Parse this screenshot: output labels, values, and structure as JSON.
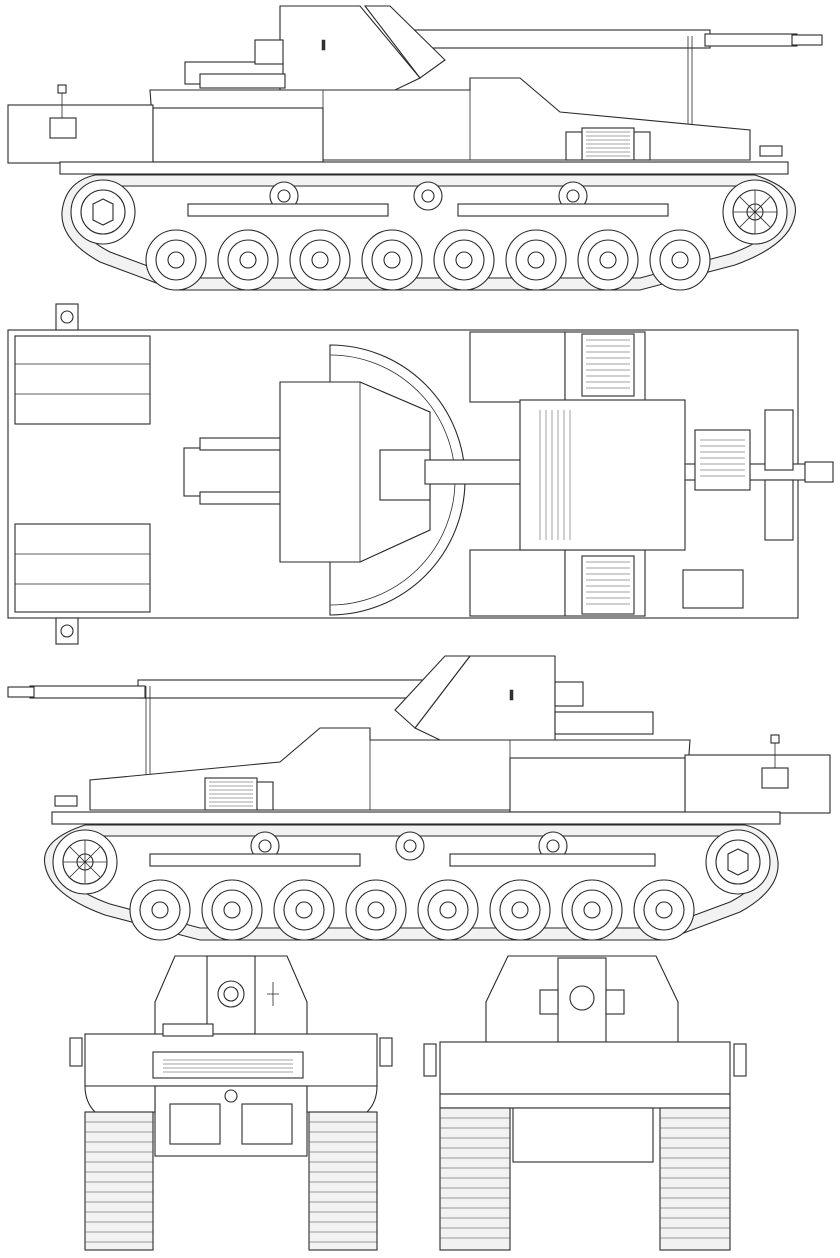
{
  "drawing": {
    "colors": {
      "background": "#ffffff",
      "line": "#2a2a2a",
      "fill_light": "#f2f2f2"
    },
    "views": [
      {
        "id": "left-side-view"
      },
      {
        "id": "top-view"
      },
      {
        "id": "right-side-view"
      },
      {
        "id": "front-view"
      },
      {
        "id": "rear-view"
      }
    ],
    "road_wheels_per_side": 8,
    "return_rollers_per_side": 3
  }
}
